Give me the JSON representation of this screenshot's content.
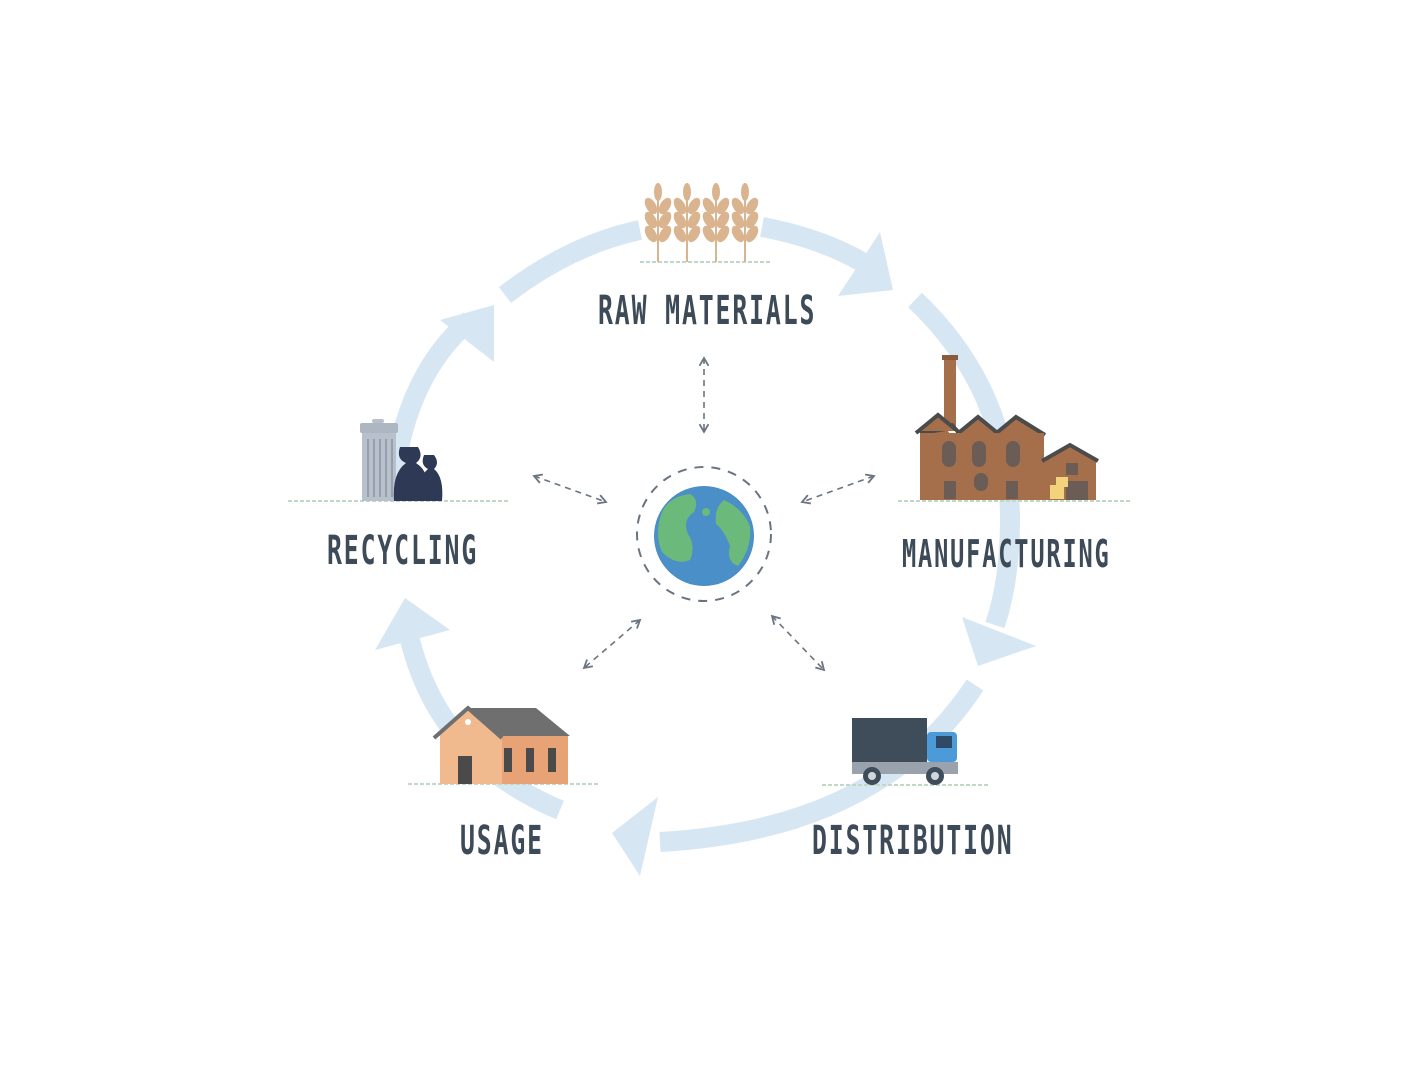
{
  "stages": {
    "raw_materials": "RAW MATERIALS",
    "manufacturing": "MANUFACTURING",
    "distribution": "DISTRIBUTION",
    "usage": "USAGE",
    "recycling": "RECYCLING"
  },
  "icons": {
    "raw_materials": "wheat-icon",
    "manufacturing": "factory-icon",
    "distribution": "truck-icon",
    "usage": "house-icon",
    "recycling": "trash-can-icon",
    "center": "globe-icon"
  },
  "colors": {
    "cycle_arrow": "#d6e7f3",
    "label_text": "#3d4a57",
    "globe_ocean": "#4a8fc7",
    "globe_land": "#6cb97c",
    "wheat": "#d9b48f",
    "factory_brick": "#a56f4c",
    "truck_cargo": "#3f4c59",
    "truck_cab": "#4d9ad8",
    "house_wall": "#f0b98e",
    "house_roof": "#6f6f6f",
    "trash_bin": "#b8c0cc",
    "trash_bag": "#2e3a55"
  }
}
